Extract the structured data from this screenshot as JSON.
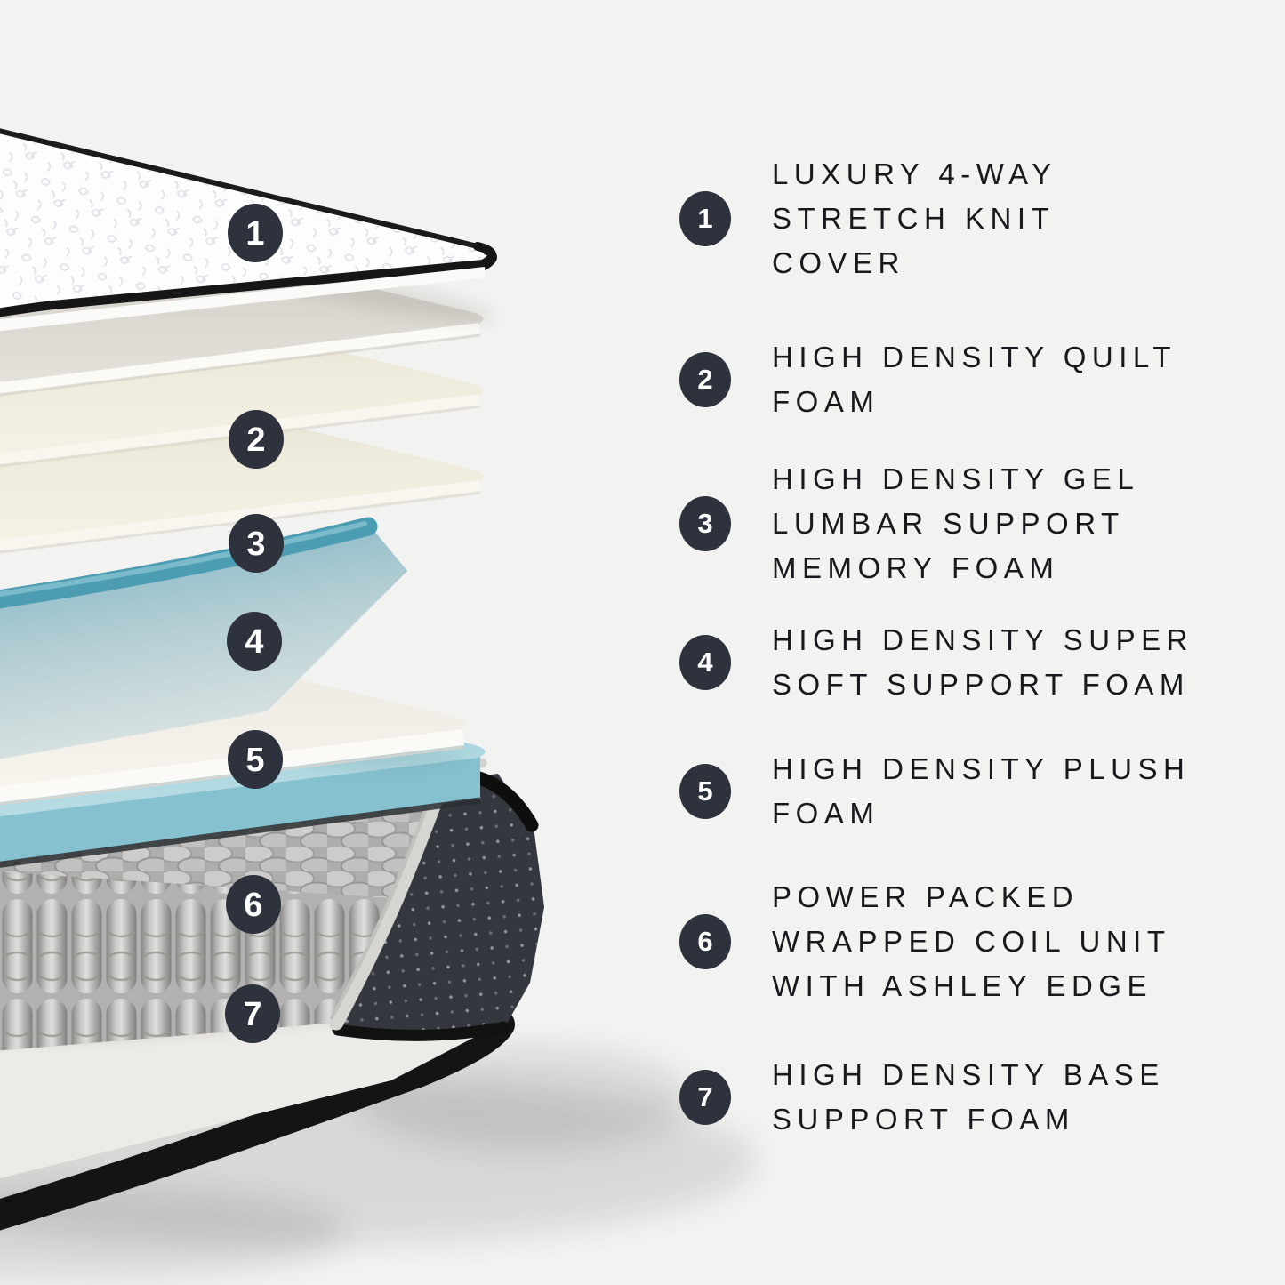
{
  "colors": {
    "background": "#f2f2f0",
    "badge": "#2d323d",
    "text": "#17191d",
    "gel_teal": "#4f9fb5",
    "plush_blue": "#a9d5de",
    "piping_black": "#151515"
  },
  "legend": {
    "items": [
      {
        "number": "1",
        "label": [
          "LUXURY 4-WAY",
          "STRETCH KNIT",
          "COVER"
        ]
      },
      {
        "number": "2",
        "label": [
          "HIGH DENSITY QUILT",
          "FOAM"
        ]
      },
      {
        "number": "3",
        "label": [
          "HIGH DENSITY GEL",
          "LUMBAR SUPPORT",
          "MEMORY FOAM"
        ]
      },
      {
        "number": "4",
        "label": [
          "HIGH DENSITY SUPER",
          "SOFT SUPPORT FOAM"
        ]
      },
      {
        "number": "5",
        "label": [
          "HIGH DENSITY PLUSH",
          "FOAM"
        ]
      },
      {
        "number": "6",
        "label": [
          "POWER PACKED",
          "WRAPPED COIL UNIT",
          "WITH ASHLEY EDGE"
        ]
      },
      {
        "number": "7",
        "label": [
          "HIGH DENSITY BASE",
          "SUPPORT FOAM"
        ]
      }
    ]
  }
}
